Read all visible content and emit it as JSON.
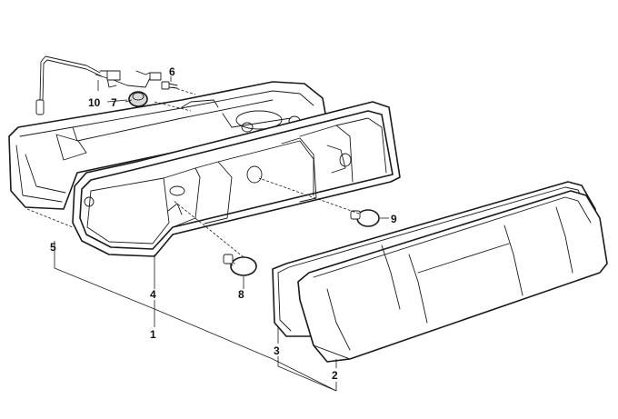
{
  "diagram": {
    "callouts": [
      {
        "id": "1",
        "label": "1"
      },
      {
        "id": "2",
        "label": "2"
      },
      {
        "id": "3",
        "label": "3"
      },
      {
        "id": "4",
        "label": "4"
      },
      {
        "id": "5",
        "label": "5"
      },
      {
        "id": "6",
        "label": "6"
      },
      {
        "id": "7",
        "label": "7"
      },
      {
        "id": "8",
        "label": "8"
      },
      {
        "id": "9",
        "label": "9"
      },
      {
        "id": "10",
        "label": "10"
      }
    ],
    "colors": {
      "line": "#1a1a1a",
      "background": "#ffffff",
      "shade": "#d9d9d9"
    }
  }
}
